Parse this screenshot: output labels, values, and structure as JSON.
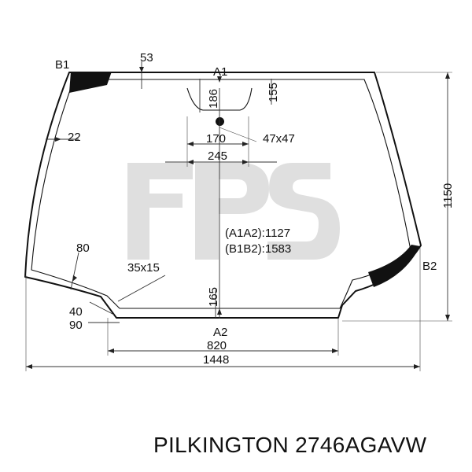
{
  "caption": "PILKINGTON 2746AGAVW",
  "watermark": "FPS",
  "labels": {
    "b1": "B1",
    "b2": "B2",
    "a1": "A1",
    "a2": "A2",
    "d53": "53",
    "d186": "186",
    "d155": "155",
    "d22": "22",
    "d170": "170",
    "d47x47": "47x47",
    "d245": "245",
    "d1150": "1150",
    "d80": "80",
    "d35x15": "35x15",
    "d165": "165",
    "d40": "40",
    "d90": "90",
    "d820": "820",
    "d1448": "1448",
    "a1a2": "(A1A2):1127",
    "b1b2": "(B1B2):1583"
  }
}
